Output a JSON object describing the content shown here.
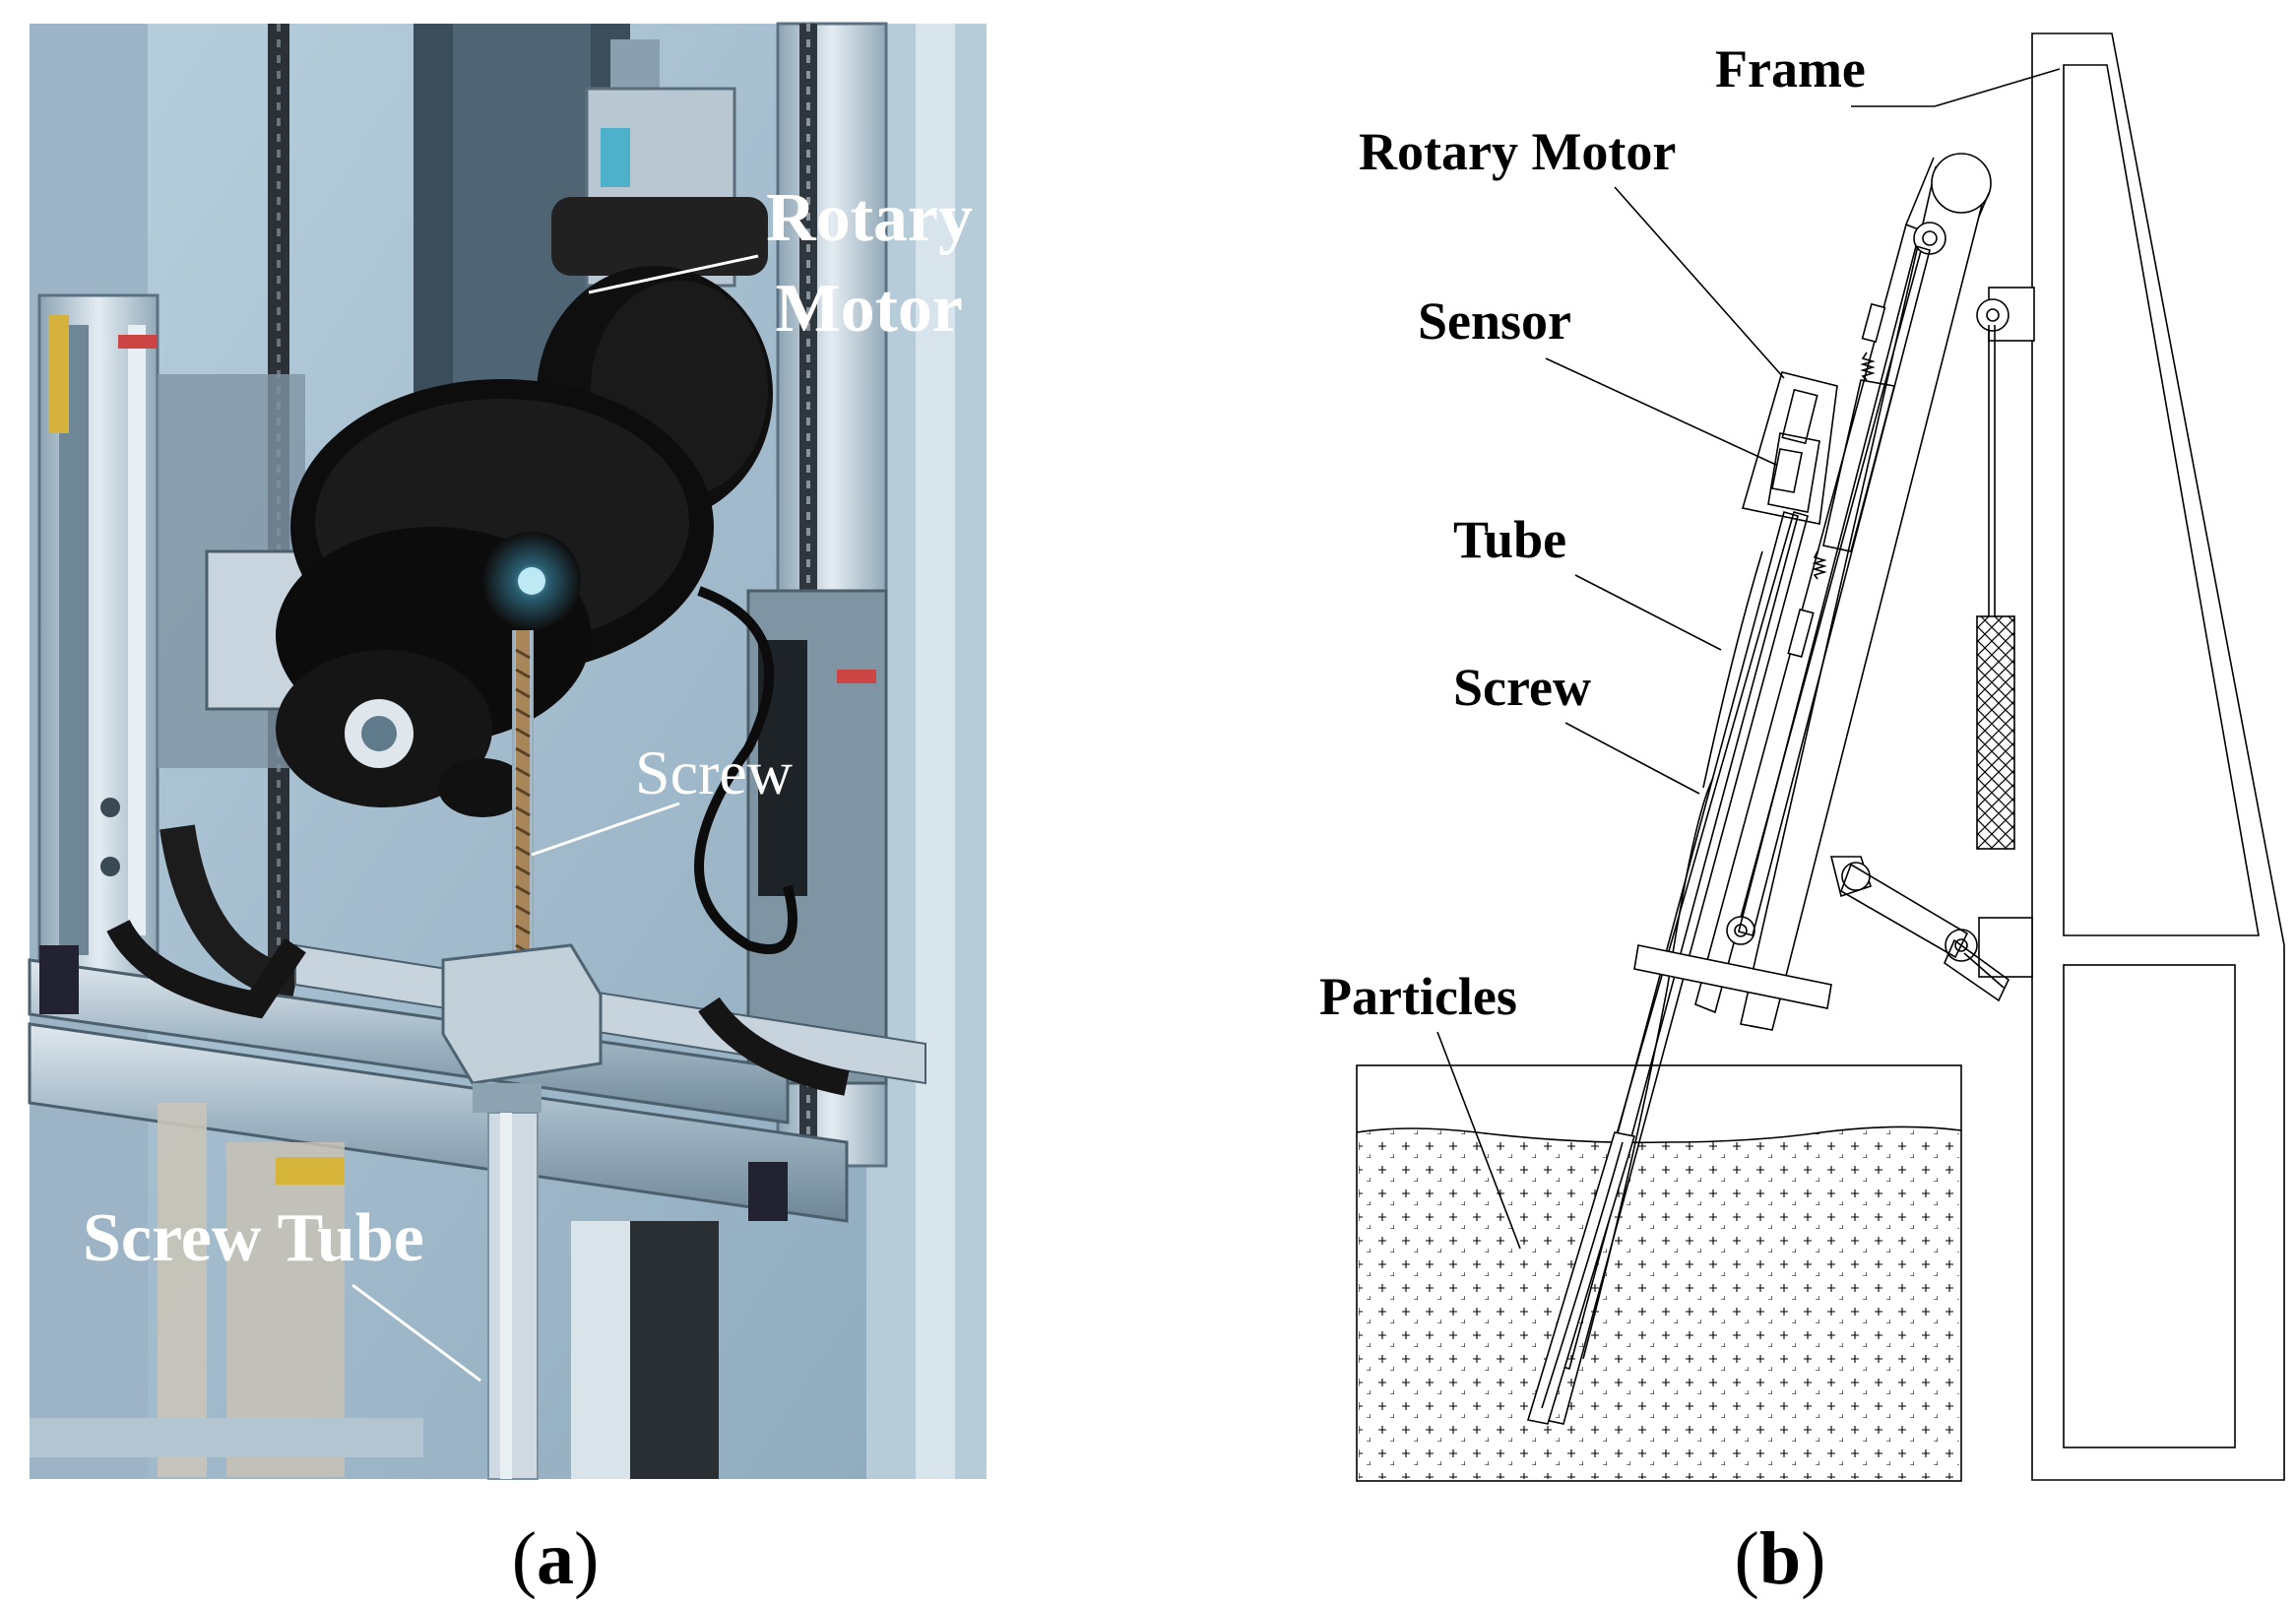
{
  "panel_a": {
    "labels": {
      "rotary_motor_line1": "Rotary",
      "rotary_motor_line2": "Motor",
      "screw": "Screw",
      "screw_tube": "Screw Tube"
    },
    "caption": {
      "open": "(",
      "letter": "a",
      "close": ")"
    }
  },
  "panel_b": {
    "labels": {
      "frame": "Frame",
      "rotary_motor": "Rotary Motor",
      "sensor": "Sensor",
      "tube": "Tube",
      "screw": "Screw",
      "particles": "Particles"
    },
    "caption": {
      "open": "(",
      "letter": "b",
      "close": ")"
    }
  },
  "colors": {
    "photo_background": "#a9c2d4",
    "motor_black": "#141414",
    "rail_aluminium": "#c9d6df",
    "screw_brass": "#a8865a"
  }
}
